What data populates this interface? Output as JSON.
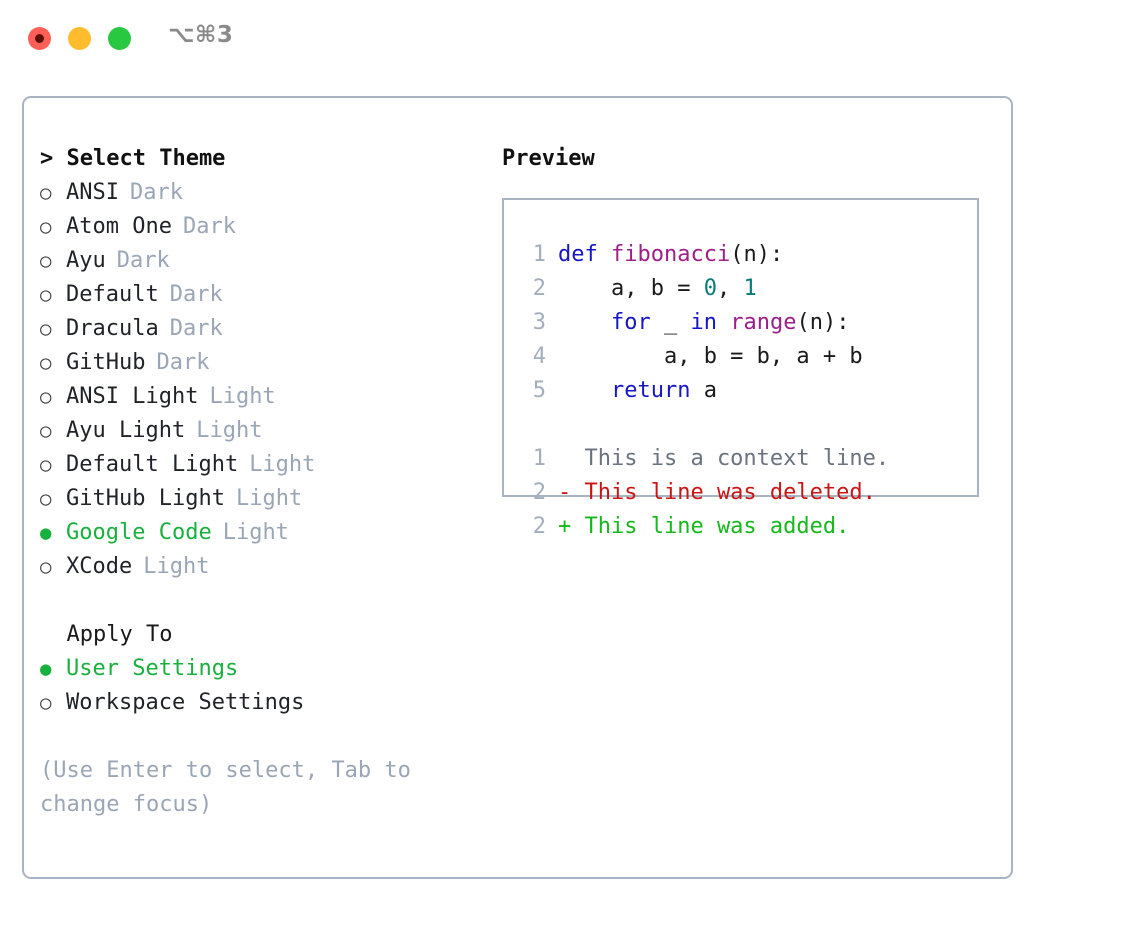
{
  "titlebar": {
    "shortcut": "⌥⌘3",
    "close_label": "close",
    "minimize_label": "minimize",
    "maximize_label": "maximize"
  },
  "theme_panel": {
    "heading": "> Select Theme",
    "options": [
      {
        "marker": "○",
        "label": "ANSI",
        "badge": "Dark",
        "selected": false
      },
      {
        "marker": "○",
        "label": "Atom One",
        "badge": "Dark",
        "selected": false
      },
      {
        "marker": "○",
        "label": "Ayu",
        "badge": "Dark",
        "selected": false
      },
      {
        "marker": "○",
        "label": "Default",
        "badge": "Dark",
        "selected": false
      },
      {
        "marker": "○",
        "label": "Dracula",
        "badge": "Dark",
        "selected": false
      },
      {
        "marker": "○",
        "label": "GitHub",
        "badge": "Dark",
        "selected": false
      },
      {
        "marker": "○",
        "label": "ANSI Light",
        "badge": "Light",
        "selected": false
      },
      {
        "marker": "○",
        "label": "Ayu Light",
        "badge": "Light",
        "selected": false
      },
      {
        "marker": "○",
        "label": "Default Light",
        "badge": "Light",
        "selected": false
      },
      {
        "marker": "○",
        "label": "GitHub Light",
        "badge": "Light",
        "selected": false
      },
      {
        "marker": "●",
        "label": "Google Code",
        "badge": "Light",
        "selected": true
      },
      {
        "marker": "○",
        "label": "XCode",
        "badge": "Light",
        "selected": false
      }
    ]
  },
  "apply_to": {
    "heading": "  Apply To",
    "options": [
      {
        "marker": "●",
        "label": "User Settings",
        "selected": true
      },
      {
        "marker": "○",
        "label": "Workspace Settings",
        "selected": false
      }
    ]
  },
  "hint": "(Use Enter to select, Tab to change focus)",
  "preview": {
    "title": "Preview",
    "code_lines": [
      {
        "no": "1",
        "tokens": [
          {
            "t": "def ",
            "c": "kw"
          },
          {
            "t": "fibonacci",
            "c": "fn"
          },
          {
            "t": "(n):",
            "c": "pl"
          }
        ]
      },
      {
        "no": "2",
        "tokens": [
          {
            "t": "    a, b = ",
            "c": "pl"
          },
          {
            "t": "0",
            "c": "num"
          },
          {
            "t": ", ",
            "c": "pl"
          },
          {
            "t": "1",
            "c": "num"
          }
        ]
      },
      {
        "no": "3",
        "tokens": [
          {
            "t": "    for",
            "c": "kw"
          },
          {
            "t": " _ ",
            "c": "pl"
          },
          {
            "t": "in",
            "c": "kw"
          },
          {
            "t": " ",
            "c": "pl"
          },
          {
            "t": "range",
            "c": "fn"
          },
          {
            "t": "(n):",
            "c": "pl"
          }
        ]
      },
      {
        "no": "4",
        "tokens": [
          {
            "t": "        a, b = b, a + b",
            "c": "pl"
          }
        ]
      },
      {
        "no": "5",
        "tokens": [
          {
            "t": "    return",
            "c": "kw"
          },
          {
            "t": " a",
            "c": "pl"
          }
        ]
      }
    ],
    "diff_lines": [
      {
        "no": "1",
        "text": "  This is a context line.",
        "kind": "ctx"
      },
      {
        "no": "2",
        "text": "- This line was deleted.",
        "kind": "del"
      },
      {
        "no": "2",
        "text": "+ This line was added.",
        "kind": "add"
      }
    ]
  },
  "colors": {
    "accent_green": "#19b13e",
    "muted": "#9aa6b6",
    "border": "#a9b4c2",
    "keyword": "#1616c4",
    "function": "#9c1f8a",
    "number": "#0a7b7b",
    "diff_delete": "#cc1414",
    "diff_add": "#16b81c",
    "traffic_red": "#ff5f57",
    "traffic_yellow": "#ffbd2e",
    "traffic_green": "#28c840"
  }
}
